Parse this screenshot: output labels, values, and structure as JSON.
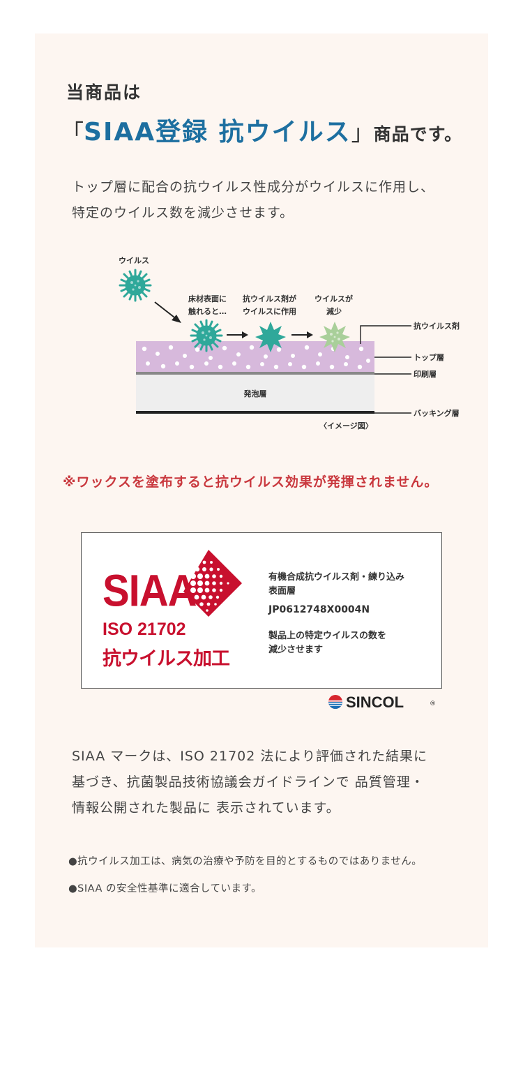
{
  "lead": "当商品は",
  "headline": {
    "open": "「",
    "highlight": "SIAA登録 抗ウイルス",
    "close": "」",
    "tail": "商品です。"
  },
  "intro": {
    "line1": "トップ層に配合の抗ウイルス性成分がウイルスに作用し、",
    "line2": "特定のウイルス数を減少させます。"
  },
  "diagram": {
    "virus_label": "ウイルス",
    "step1_line1": "床材表面に",
    "step1_line2": "触れると…",
    "step2_line1": "抗ウイルス剤が",
    "step2_line2": "ウイルスに作用",
    "step3_line1": "ウイルスが",
    "step3_line2": "減少",
    "foam_layer": "発泡層",
    "legend_agent": "抗ウイルス剤",
    "legend_top": "トップ層",
    "legend_print": "印刷層",
    "legend_backing": "バッキング層",
    "caption": "〈イメージ図〉",
    "colors": {
      "virus": "#2fa89a",
      "virus_reduced": "#a9cf9a",
      "top_layer": "#d7b9dc",
      "print_layer": "#888888",
      "foam": "#eeeeee",
      "backing": "#222222"
    }
  },
  "warning": "※ワックスを塗布すると抗ウイルス効果が発揮されません。",
  "siaa": {
    "logo": "SIAA",
    "iso": "ISO 21702",
    "process": "抗ウイルス加工",
    "info_line1": "有機合成抗ウイルス剤・練り込み",
    "info_line2": "表面層",
    "code": "JP0612748X0004N",
    "effect_line1": "製品上の特定ウイルスの数を",
    "effect_line2": "減少させます",
    "brand_color": "#c8102e"
  },
  "maker": {
    "name": "SINCOL",
    "registered": "®"
  },
  "description": {
    "line1": "SIAA マークは、ISO 21702 法により評価された結果に",
    "line2": "基づき、抗菌製品技術協議会ガイドラインで 品質管理・",
    "line3": "情報公開された製品に 表示されています。"
  },
  "notes": [
    "●抗ウイルス加工は、病気の治療や予防を目的とするものではありません。",
    "●SIAA の安全性基準に適合しています。"
  ]
}
